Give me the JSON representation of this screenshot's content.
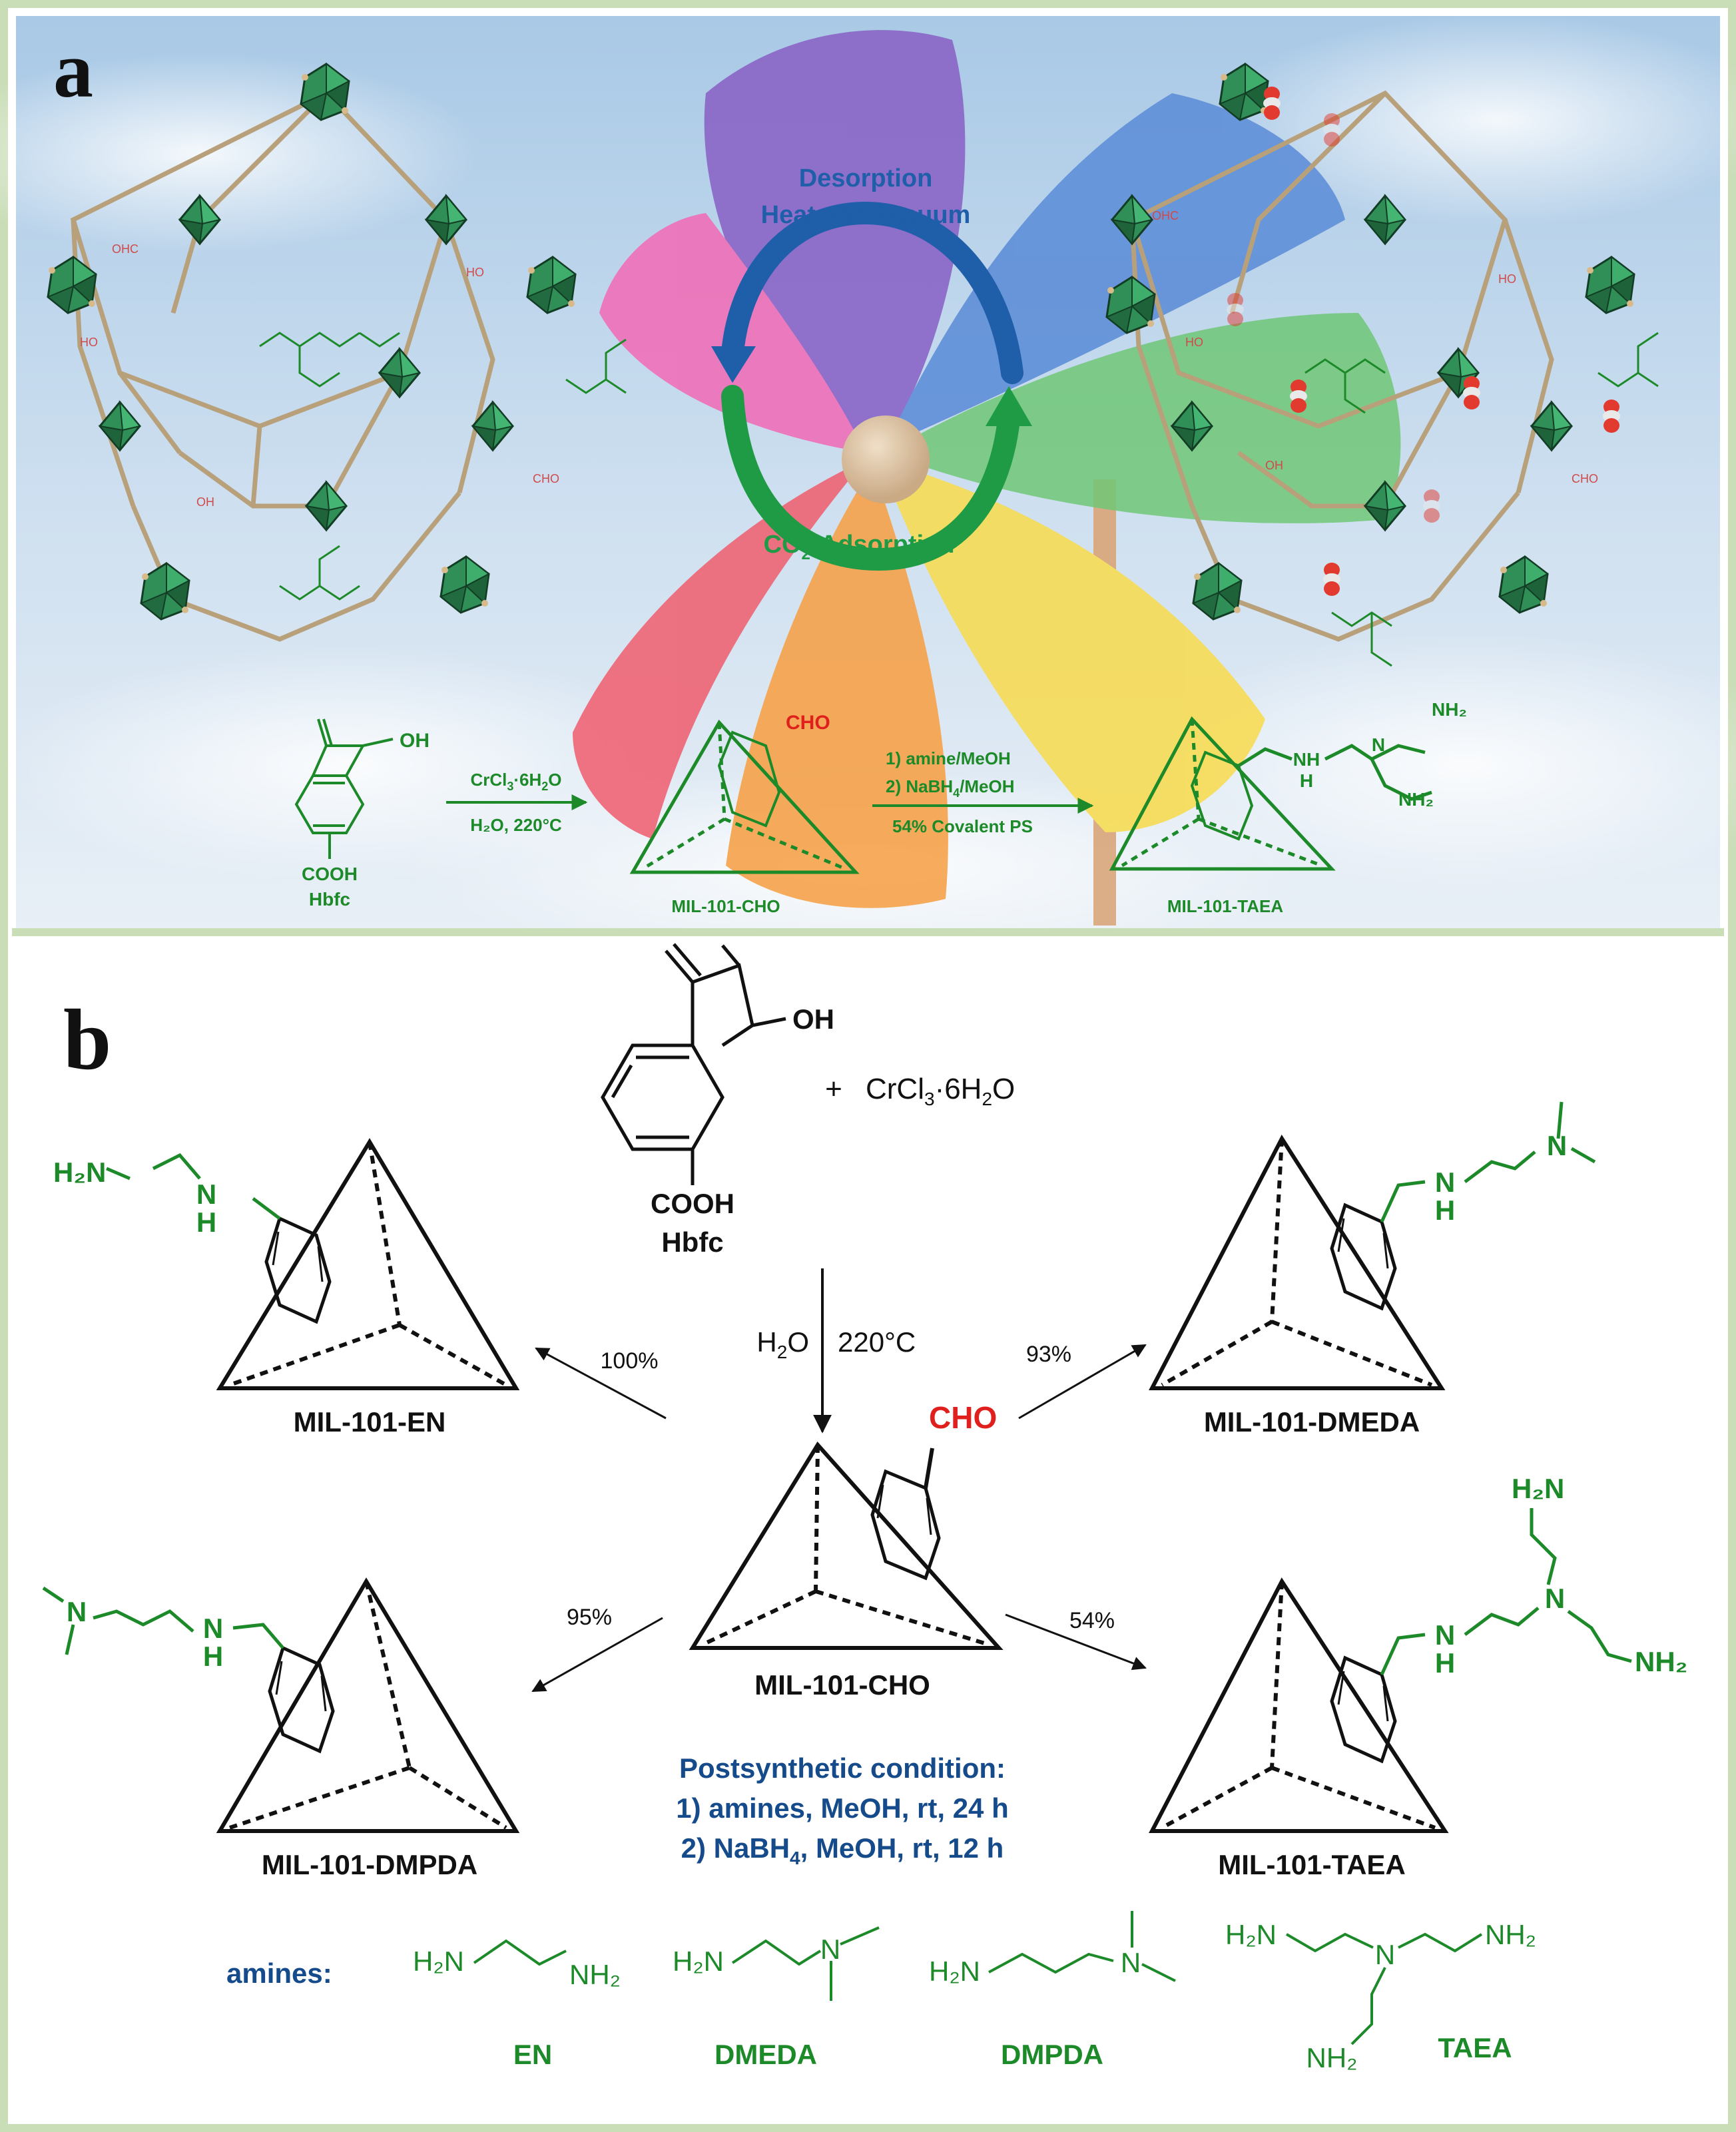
{
  "colors": {
    "border_green": "#c9ddb7",
    "panel_b_bg": "#ffffff",
    "chem_green": "#1d8a2a",
    "label_red": "#e0201c",
    "label_blue": "#154b8a",
    "text_black": "#111111",
    "sky_top": "#b9d4ea",
    "sky_bottom": "#dfeaf4",
    "octahedra": "#2f8f57",
    "cycle_blue": "#1f5ea8",
    "cycle_green": "#1f9a45"
  },
  "icons": {
    "pinwheel": "pinwheel-icon",
    "cycle": "cycle-arrows-icon",
    "framework": "mof-framework-icon",
    "co2": "co2-molecule-icon"
  },
  "panel_a": {
    "letter": "a",
    "desorption": "Desorption",
    "heat_vacuum": "Heat and vacuum",
    "co2_adsorption_prefix": "CO",
    "co2_adsorption_sub": "2",
    "co2_adsorption_suffix": "Adsorption",
    "mof_labels": {
      "cho": "CHO",
      "ohc": "OHC",
      "ho": "HO",
      "oh": "OH"
    },
    "hbfc_oh": "OH",
    "hbfc_cooh": "COOH",
    "hbfc_name": "Hbfc",
    "step1_reagent_prefix": "CrCl",
    "step1_reagent_sub": "3",
    "step1_reagent_mid": "·6H",
    "step1_reagent_sub2": "2",
    "step1_reagent_suffix": "O",
    "step1_cond": "H₂O, 220°C",
    "aldehyde": "CHO",
    "product1_name": "MIL-101-CHO",
    "step2_line1": "1) amine/MeOH",
    "step2_line2_prefix": "2) NaBH",
    "step2_line2_sub": "4",
    "step2_line2_suffix": "/MeOH",
    "step2_line3": "54% Covalent PS",
    "taea_nh": "NH",
    "taea_h": "H",
    "taea_n": "N",
    "taea_nh2_top": "NH₂",
    "taea_nh2_bottom": "NH₂",
    "product2_name": "MIL-101-TAEA"
  },
  "panel_b": {
    "letter": "b",
    "hbfc_oh": "OH",
    "hbfc_cooh": "COOH",
    "hbfc_name": "Hbfc",
    "plus": "+",
    "reagent_prefix": "CrCl",
    "reagent_sub": "3",
    "reagent_mid": "·6H",
    "reagent_sub2": "2",
    "reagent_suffix": "O",
    "cond_left_prefix": "H",
    "cond_left_sub": "2",
    "cond_left_suffix": "O",
    "cond_right": "220°C",
    "center_aldehyde": "CHO",
    "center_name": "MIL-101-CHO",
    "yields": {
      "en": "100%",
      "dmeda": "93%",
      "dmpda": "95%",
      "taea": "54%"
    },
    "products": {
      "en": {
        "name": "MIL-101-EN",
        "h2n": "H₂N",
        "nh": "N",
        "h": "H"
      },
      "dmeda": {
        "name": "MIL-101-DMEDA",
        "n": "N",
        "nh": "N",
        "h": "H"
      },
      "dmpda": {
        "name": "MIL-101-DMPDA",
        "n": "N",
        "nh": "N",
        "h": "H"
      },
      "taea": {
        "name": "MIL-101-TAEA",
        "h2n": "H₂N",
        "n": "N",
        "nh": "N",
        "h": "H",
        "nh2": "NH₂"
      }
    },
    "condition_title": "Postsynthetic condition:",
    "condition_1": "1) amines, MeOH, rt, 24 h",
    "condition_2_prefix": "2) NaBH",
    "condition_2_sub": "4",
    "condition_2_suffix": ", MeOH, rt, 12 h",
    "amines_label": "amines:",
    "amines": [
      {
        "abbr": "EN",
        "left": "H₂N",
        "right": "NH₂"
      },
      {
        "abbr": "DMEDA",
        "left": "H₂N",
        "n": "N"
      },
      {
        "abbr": "DMPDA",
        "left": "H₂N",
        "n": "N"
      },
      {
        "abbr": "TAEA",
        "nh2_left": "H₂N",
        "nh2_right": "NH₂",
        "nh2_bottom": "NH₂",
        "n": "N"
      }
    ]
  }
}
